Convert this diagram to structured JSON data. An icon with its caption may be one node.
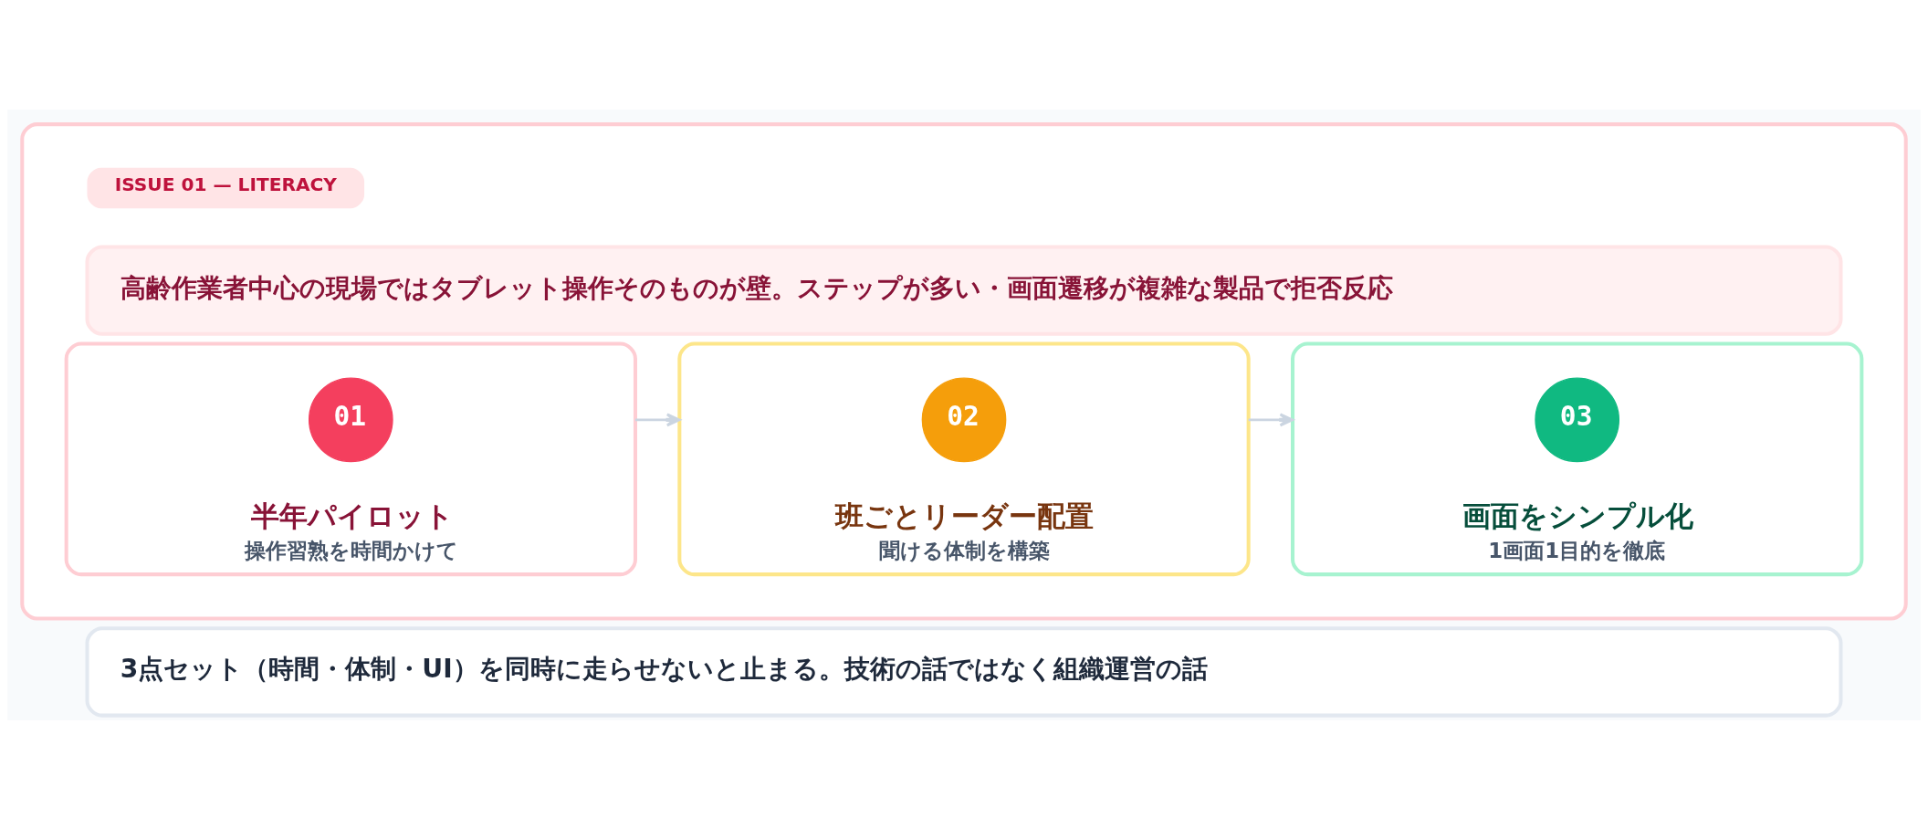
{
  "diagram": {
    "nodes": [
      {
        "text": [],
        "shape": "box"
      },
      {
        "text": [
          "ISSUE 01 — LITERACY"
        ],
        "in": 0
      },
      {
        "text": [
          "高齢作業者中心の現場ではタブレット操作そのものが壁。ステップが多い・画面遷移が複雑な製品で拒否反応"
        ],
        "in": 0
      },
      {
        "text": [
          "半年パイロット",
          "操作習熟を時間かけて"
        ],
        "in": 0
      },
      {
        "text": [
          "01"
        ],
        "in": 3
      },
      {
        "text": [
          "班ごとリーダー配置",
          "聞ける体制を構築"
        ],
        "in": 0
      },
      {
        "text": [
          "02"
        ],
        "in": 5
      },
      {
        "text": [
          "画面をシンプル化",
          "1画面1目的を徹底"
        ],
        "in": 0
      },
      {
        "text": [
          "03"
        ],
        "in": 7
      },
      {
        "text": [
          "3点セット（時間・体制・UI）を同時に走らせないと止まる。技術の話ではなく組織運営の話"
        ]
      }
    ],
    "edges": [
      {
        "from": 3,
        "to": 5,
        "arrow": "to"
      },
      {
        "from": 5,
        "to": 7,
        "arrow": "to"
      }
    ]
  }
}
